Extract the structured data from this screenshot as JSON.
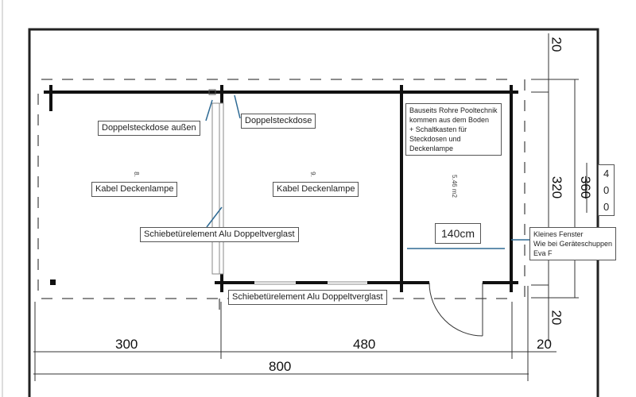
{
  "labels": {
    "socket_outside": "Doppelsteckdose außen",
    "socket": "Doppelsteckdose",
    "lamp_cable_left": "Kabel Deckenlampe",
    "lamp_cable_mid": "Kabel Deckenlampe",
    "sliding_door_inner": "Schiebetürelement Alu Doppeltverglast",
    "sliding_door_front": "Schiebetürelement Alu Doppeltverglast",
    "pool_tech": [
      "Bauseits Rohre Pooltechnik",
      "kommen aus dem Boden",
      "+ Schaltkasten für",
      "Steckdosen und",
      "Deckenlampe"
    ],
    "width_140": "140cm",
    "small_window": [
      "Kleines Fenster",
      "Wie bei Geräteschuppen",
      "Eva F"
    ]
  },
  "areas": {
    "left": "8.",
    "mid": "9.",
    "right": "5.46 m2"
  },
  "dimensions": {
    "d300": "300",
    "d480": "480",
    "d20_bottom": "20",
    "d800": "800",
    "d20_top": "20",
    "d320": "320",
    "d20_lower": "20",
    "d360": "360",
    "d400": [
      "4",
      "0",
      "0"
    ]
  },
  "colors": {
    "leader": "#2e6a94"
  }
}
